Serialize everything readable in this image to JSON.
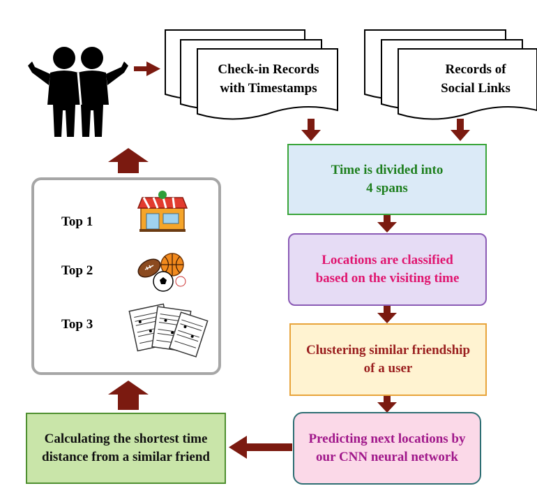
{
  "documents": {
    "checkin": {
      "line1": "Check-in Records",
      "line2": "with Timestamps"
    },
    "social": {
      "line1": "Records of",
      "line2": "Social Links"
    }
  },
  "steps": {
    "time_split": {
      "line1": "Time is divided into",
      "line2": "4 spans",
      "text_color": "#1e7f1e",
      "fill": "#dbeaf7",
      "border": "#3aa53a"
    },
    "classify": {
      "line1": "Locations are classified",
      "line2": "based on the visiting time",
      "text_color": "#e0156f",
      "fill": "#e6dcf5",
      "border": "#8a5ab5"
    },
    "cluster": {
      "line1": "Clustering similar friendship",
      "line2": "of a user",
      "text_color": "#9a1f1f",
      "fill": "#fff3d1",
      "border": "#e8a33a"
    },
    "predict": {
      "line1": "Predicting next locations by",
      "line2": "our CNN neural network",
      "text_color": "#a0178a",
      "fill": "#fbd9e8",
      "border": "#2d6e73"
    },
    "calculate": {
      "line1": "Calculating the shortest time",
      "line2": "distance from a similar friend",
      "text_color": "#111111",
      "fill": "#c9e5a9",
      "border": "#4e8f2f"
    }
  },
  "ranking": {
    "items": [
      {
        "label": "Top 1",
        "icon": "shop-icon"
      },
      {
        "label": "Top 2",
        "icon": "sports-balls-icon"
      },
      {
        "label": "Top 3",
        "icon": "sheet-music-icon"
      }
    ]
  },
  "colors": {
    "arrow": "#7b1a10",
    "panel_border": "#a6a6a6"
  }
}
